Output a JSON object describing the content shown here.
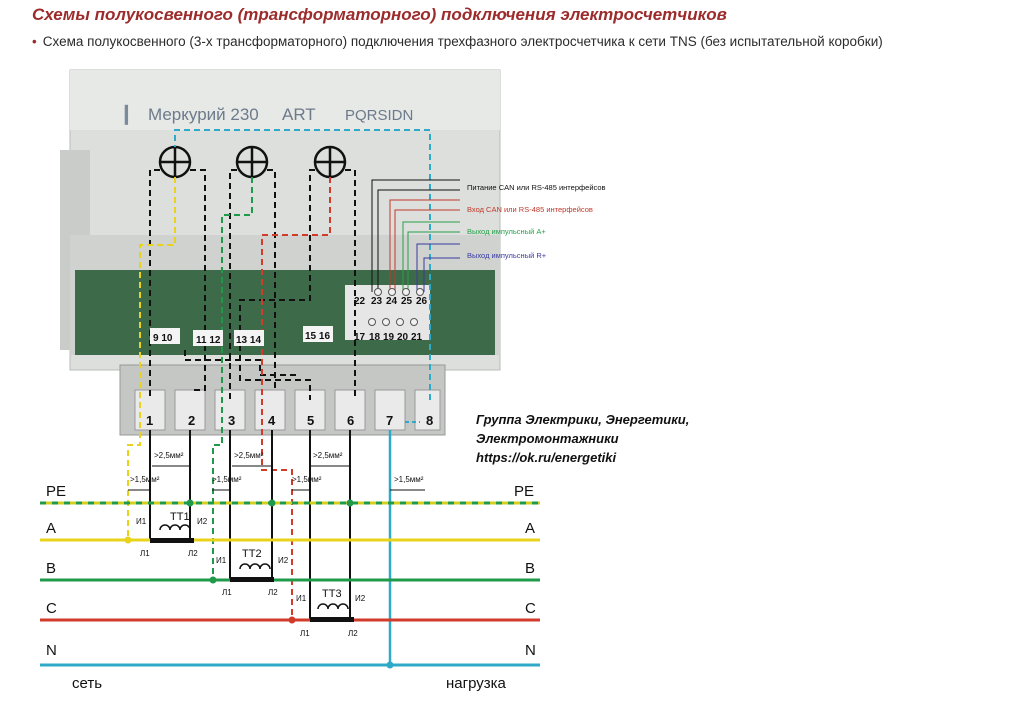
{
  "header": {
    "title": "Схемы полукосвенного (трансформаторного) подключения электросчетчиков",
    "subtitle": "Схема полукосвенного (3-х трансформаторного) подключения трехфазного электросчетчика к сети TNS (без испытательной коробки)"
  },
  "meter": {
    "brand": "Меркурий 230",
    "model_fragment": "ART",
    "model_suffix": "PQRSIDN"
  },
  "terminals": [
    "1",
    "2",
    "3",
    "4",
    "5",
    "6",
    "7",
    "8"
  ],
  "aux_pins": {
    "top_row": [
      "22",
      "23",
      "24",
      "25",
      "26"
    ],
    "bottom_row": [
      "17",
      "18",
      "19",
      "20",
      "21"
    ],
    "lower_labels": [
      "9 10",
      "11 12",
      "13 14",
      "15 16"
    ]
  },
  "interfaces": [
    {
      "label": "Питание CAN или RS-485 интерфейсов",
      "color": "#111111"
    },
    {
      "label": "Вход CAN или RS-485 интерфейсов",
      "color": "#c0392b"
    },
    {
      "label": "Выход импульсный A+",
      "color": "#27a04a"
    },
    {
      "label": "Выход импульсный R+",
      "color": "#3a3aa0"
    }
  ],
  "wire_sizes": {
    "large": ">2,5мм²",
    "small": ">1,5мм²"
  },
  "buses": [
    {
      "name": "PE",
      "color": "#d4cf1e"
    },
    {
      "name": "A",
      "color": "#e8d31a"
    },
    {
      "name": "B",
      "color": "#1f9a4a"
    },
    {
      "name": "C",
      "color": "#d23a2a"
    },
    {
      "name": "N",
      "color": "#2fa9c8"
    }
  ],
  "transformers": [
    {
      "name": "ТТ1",
      "i1": "И1",
      "i2": "И2",
      "l1": "Л1",
      "l2": "Л2"
    },
    {
      "name": "ТТ2",
      "i1": "И1",
      "i2": "И2",
      "l1": "Л1",
      "l2": "Л2"
    },
    {
      "name": "ТТ3",
      "i1": "И1",
      "i2": "И2",
      "l1": "Л1",
      "l2": "Л2"
    }
  ],
  "bottom": {
    "left": "сеть",
    "right": "нагрузка"
  },
  "group": {
    "line1": "Группа Электрики, Энергетики,",
    "line2": "Электромонтажники",
    "line3": "https://ok.ru/energetiki"
  },
  "colors": {
    "title": "#9c2b2b",
    "meter_body": "#d8dbd8",
    "pcb": "#3d6b4a"
  }
}
